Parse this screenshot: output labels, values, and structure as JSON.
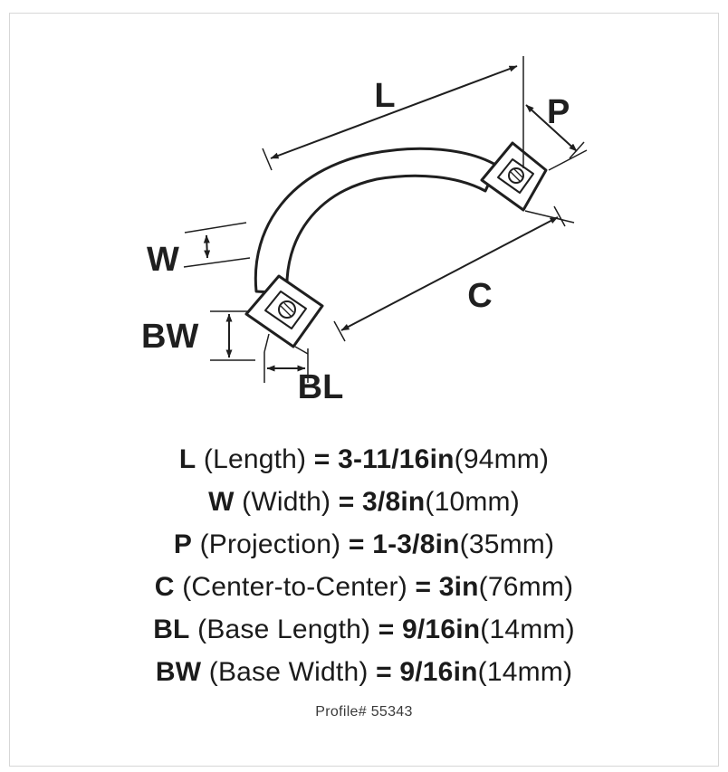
{
  "colors": {
    "line": "#1f1f1f",
    "text": "#1b1b1b",
    "border": "#d7d7d7",
    "muted": "#3a3a3a"
  },
  "diagram": {
    "labels": {
      "L": "L",
      "P": "P",
      "W": "W",
      "C": "C",
      "BW": "BW",
      "BL": "BL"
    }
  },
  "specs": {
    "rows": [
      {
        "code": "L",
        "label": "(Length)",
        "eq": "=",
        "value": "3-11/16in",
        "metric": "(94mm)"
      },
      {
        "code": "W",
        "label": "(Width)",
        "eq": "=",
        "value": "3/8in",
        "metric": "(10mm)"
      },
      {
        "code": "P",
        "label": "(Projection)",
        "eq": "=",
        "value": "1-3/8in",
        "metric": "(35mm)"
      },
      {
        "code": "C",
        "label": "(Center-to-Center)",
        "eq": "=",
        "value": "3in",
        "metric": "(76mm)"
      },
      {
        "code": "BL",
        "label": "(Base Length)",
        "eq": "=",
        "value": "9/16in",
        "metric": "(14mm)"
      },
      {
        "code": "BW",
        "label": "(Base Width)",
        "eq": "=",
        "value": "9/16in",
        "metric": "(14mm)"
      }
    ],
    "profile": "Profile# 55343"
  }
}
